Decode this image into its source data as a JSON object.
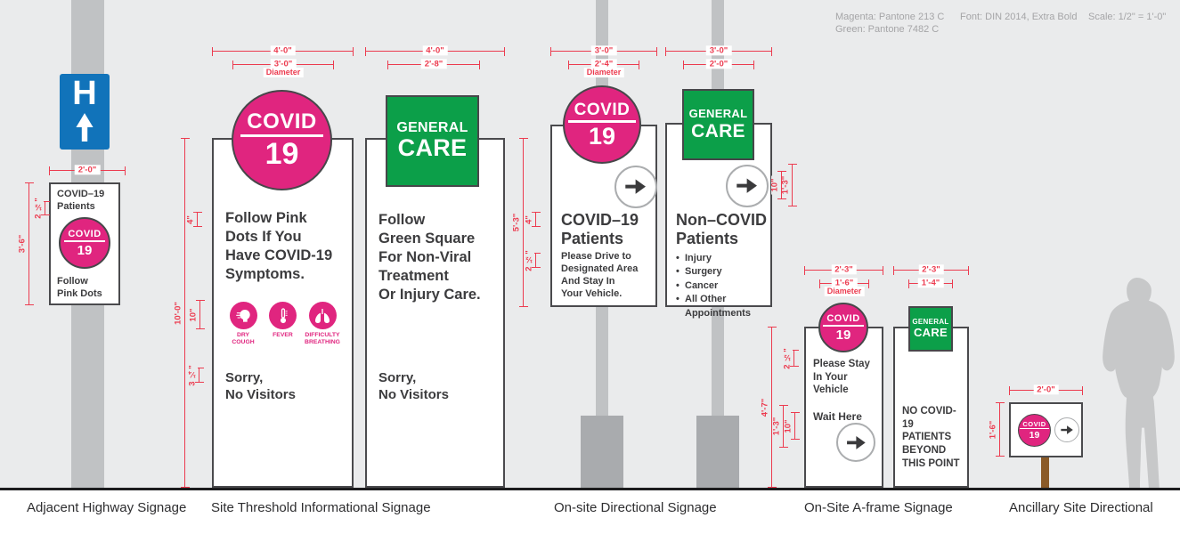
{
  "notes": {
    "magenta": "Magenta: Pantone 213 C",
    "green": "Green: Pantone 7482 C",
    "font": "Font: DIN 2014, Extra Bold",
    "scale": "Scale: 1/2\" = 1'-0\""
  },
  "colors": {
    "magenta": "#E0257F",
    "green": "#0C9F49",
    "blue": "#1173BA",
    "dim": "#EC3B4F",
    "bg": "#EAEBEC",
    "ink": "#3C3C3E",
    "pole": "#C0C2C4",
    "pole-base": "#A9ABAE",
    "note": "#A5A5A7",
    "person": "#C7C8C9",
    "post": "#8A5A28"
  },
  "section_labels": [
    "Adjacent Highway Signage",
    "Site Threshold Informational Signage",
    "On-site Directional Signage",
    "On-Site A-frame Signage",
    "Ancillary Site Directional"
  ],
  "highway": {
    "h_sign": {
      "letter": "H"
    },
    "panel": {
      "top_text": "COVID–19\nPatients",
      "circle": {
        "top": "COVID",
        "number": "19"
      },
      "bottom_text": "Follow\nPink Dots"
    },
    "dims": {
      "width": "2'-0\"",
      "height": "3'-6\"",
      "cap_height": "2 ½\""
    }
  },
  "threshold": {
    "covid": {
      "circle": {
        "top": "COVID",
        "number": "19"
      },
      "body": "Follow Pink\nDots If You\nHave COVID-19\nSymptoms.",
      "icons": [
        {
          "label": "DRY\nCOUGH"
        },
        {
          "label": "FEVER"
        },
        {
          "label": "DIFFICULTY\nBREATHING"
        }
      ],
      "footer": "Sorry,\nNo Visitors",
      "dims": {
        "outer": "4'-0\"",
        "inner": "3'-0\"",
        "diameter": "Diameter",
        "height": "10'-0\"",
        "cap": "4\"",
        "icon": "10\"",
        "small": "3 ¼\""
      }
    },
    "general": {
      "badge": {
        "top": "GENERAL",
        "bottom": "CARE"
      },
      "body": "Follow\nGreen Square\nFor Non-Viral\nTreatment\nOr Injury Care.",
      "footer": "Sorry,\nNo Visitors",
      "dims": {
        "outer": "4'-0\"",
        "inner": "2'-8\""
      }
    }
  },
  "directional": {
    "covid": {
      "circle": {
        "top": "COVID",
        "number": "19"
      },
      "heading": "COVID–19\nPatients",
      "body": "Please Drive to\nDesignated Area\nAnd Stay In\nYour Vehicle.",
      "dims": {
        "outer": "3'-0\"",
        "inner": "2'-4\"",
        "diameter": "Diameter",
        "height": "5'-3\"",
        "cap": "4\"",
        "small": "2 ½\""
      }
    },
    "general": {
      "badge": {
        "top": "GENERAL",
        "bottom": "CARE"
      },
      "heading": "Non–COVID\nPatients",
      "bullets": [
        "Injury",
        "Surgery",
        "Cancer",
        "All Other\nAppointments"
      ],
      "dims": {
        "outer": "3'-0\"",
        "inner": "2'-0\"",
        "arrow": "10\"",
        "arrow_outer": "1'-3\""
      }
    }
  },
  "aframe": {
    "covid": {
      "circle": {
        "top": "COVID",
        "number": "19"
      },
      "body": "Please Stay\nIn Your\nVehicle",
      "wait": "Wait Here",
      "dims": {
        "outer": "2'-3\"",
        "inner": "1'-6\"",
        "diameter": "Diameter",
        "height": "4'-7\"",
        "cap": "2 ½\"",
        "arrow_outer": "1'-3\"",
        "arrow": "10\""
      }
    },
    "general": {
      "badge": {
        "top": "GENERAL",
        "bottom": "CARE"
      },
      "body": "NO COVID-19\nPATIENTS\nBEYOND\nTHIS POINT",
      "dims": {
        "outer": "2'-3\"",
        "inner": "1'-4\""
      }
    }
  },
  "ancillary": {
    "circle": {
      "top": "COVID",
      "number": "19"
    },
    "dims": {
      "width": "2'-0\"",
      "height": "1'-6\""
    }
  }
}
